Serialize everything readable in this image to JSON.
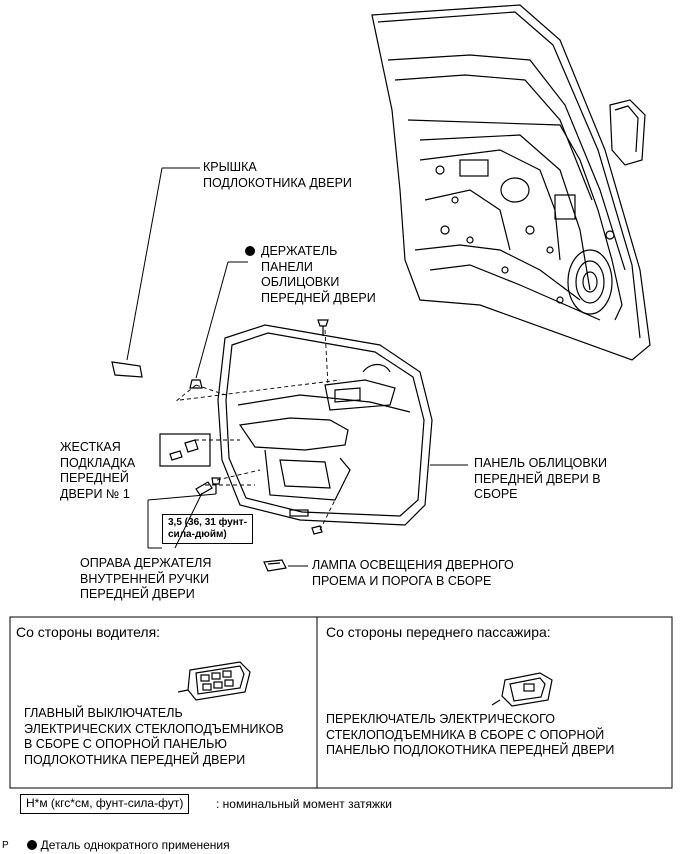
{
  "labels": {
    "armrest_cover": "КРЫШКА\nПОДЛОКОТНИКА ДВЕРИ",
    "trim_retainer": "ДЕРЖАТЕЛЬ\nПАНЕЛИ\nОБЛИЦОВКИ\nПЕРЕДНЕЙ ДВЕРИ",
    "stiffener_pad": "ЖЕСТКАЯ\nПОДКЛАДКА\nПЕРЕДНЕЙ\nДВЕРИ № 1",
    "trim_board": "ПАНЕЛЬ ОБЛИЦОВКИ\nПЕРЕДНЕЙ ДВЕРИ В\nСБОРЕ",
    "torque": "3,5 (36, 31 фунт-\nсила-дюйм)",
    "handle_bezel": "ОПРАВА ДЕРЖАТЕЛЯ\nВНУТРЕННЕЙ РУЧКИ\nПЕРЕДНЕЙ ДВЕРИ",
    "courtesy_lamp": "ЛАМПА ОСВЕЩЕНИЯ ДВЕРНОГО\nПРОЕМА И ПОРОГА В СБОРЕ"
  },
  "table": {
    "left_header": "Со стороны водителя:",
    "left_part": "ГЛАВНЫЙ ВЫКЛЮЧАТЕЛЬ\nЭЛЕКТРИЧЕСКИХ СТЕКЛОПОДЪЕМНИКОВ\nВ СБОРЕ С ОПОРНОЙ ПАНЕЛЬЮ\nПОДЛОКОТНИКА ПЕРЕДНЕЙ ДВЕРИ",
    "right_header": "Со стороны переднего пассажира:",
    "right_part": "ПЕРЕКЛЮЧАТЕЛЬ ЭЛЕКТРИЧЕСКОГО\nСТЕКЛОПОДЪЕМНИКА В СБОРЕ С ОПОРНОЙ\nПАНЕЛЬЮ ПОДЛОКОТНИКА ПЕРЕДНЕЙ ДВЕРИ"
  },
  "legend": {
    "torque_unit": "Н*м (кгс*см, фунт-сила-фут)",
    "torque_desc": ": номинальный момент затяжки",
    "non_reusable": "Деталь однократного применения"
  },
  "corner_mark": "P"
}
